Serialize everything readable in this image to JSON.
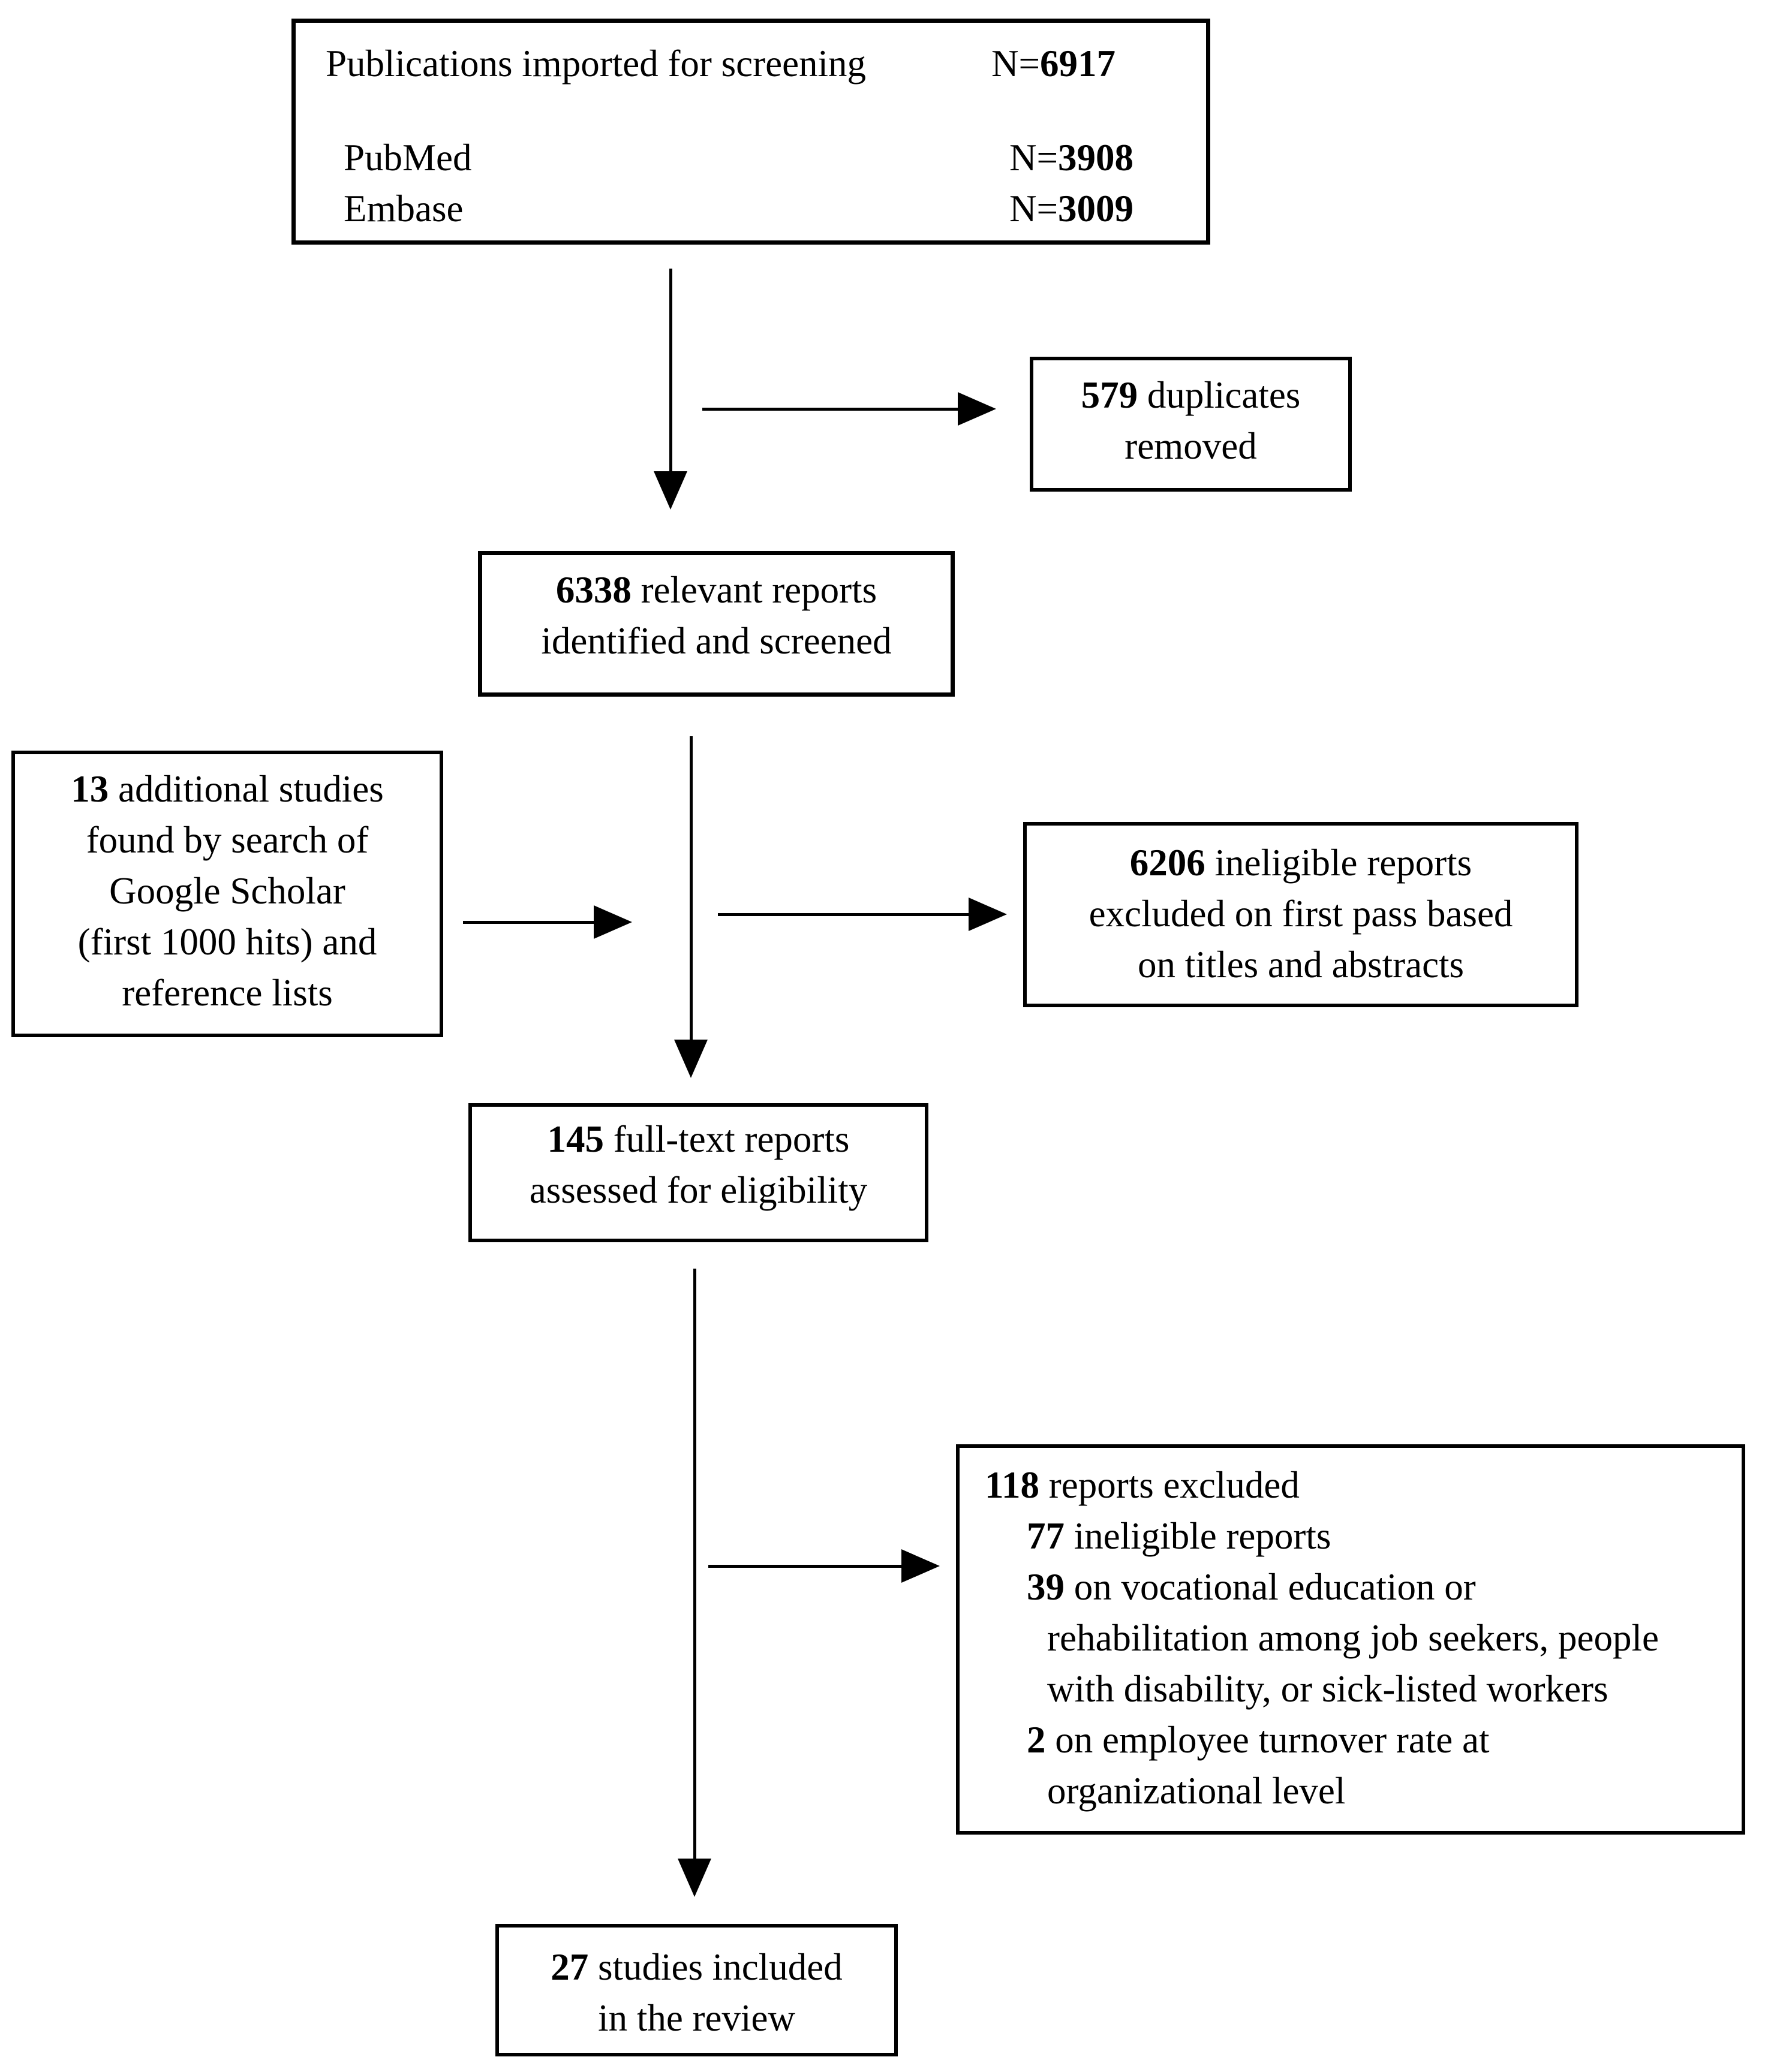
{
  "boxes": {
    "imported": {
      "title": "Publications imported for screening",
      "title_n_prefix": "N=",
      "title_n": "6917",
      "sources": [
        {
          "label": "PubMed",
          "n_prefix": "N=",
          "n": "3908"
        },
        {
          "label": "Embase",
          "n_prefix": "N=",
          "n": "3009"
        }
      ]
    },
    "duplicates": {
      "num": "579",
      "line1_rest": " duplicates",
      "line2": "removed"
    },
    "screened": {
      "num": "6338",
      "line1_rest": " relevant reports",
      "line2": "identified and screened"
    },
    "additional": {
      "num": "13",
      "line1_rest": " additional studies",
      "line2": "found by search of",
      "line3": "Google Scholar",
      "line4": "(first 1000 hits) and",
      "line5": "reference lists"
    },
    "ineligible": {
      "num": "6206",
      "line1_rest": " ineligible reports",
      "line2": "excluded on first pass based",
      "line3": "on titles and abstracts"
    },
    "fulltext": {
      "num": "145",
      "line1_rest": " full-text reports",
      "line2": "assessed for eligibility"
    },
    "excluded": {
      "lines": [
        {
          "num": "118",
          "text": " reports excluded"
        },
        {
          "num": "77",
          "text": " ineligible reports"
        },
        {
          "num": "39",
          "text": " on vocational education or"
        },
        {
          "num": "",
          "text": "rehabilitation among job seekers, people"
        },
        {
          "num": "",
          "text": "with disability, or sick-listed workers"
        },
        {
          "num": "2",
          "text": " on employee turnover rate at"
        },
        {
          "num": "",
          "text": "organizational level"
        }
      ]
    },
    "included": {
      "num": "27",
      "line1_rest": " studies included",
      "line2": "in the review"
    }
  },
  "colors": {
    "ink": "#000000",
    "background": "#ffffff"
  }
}
